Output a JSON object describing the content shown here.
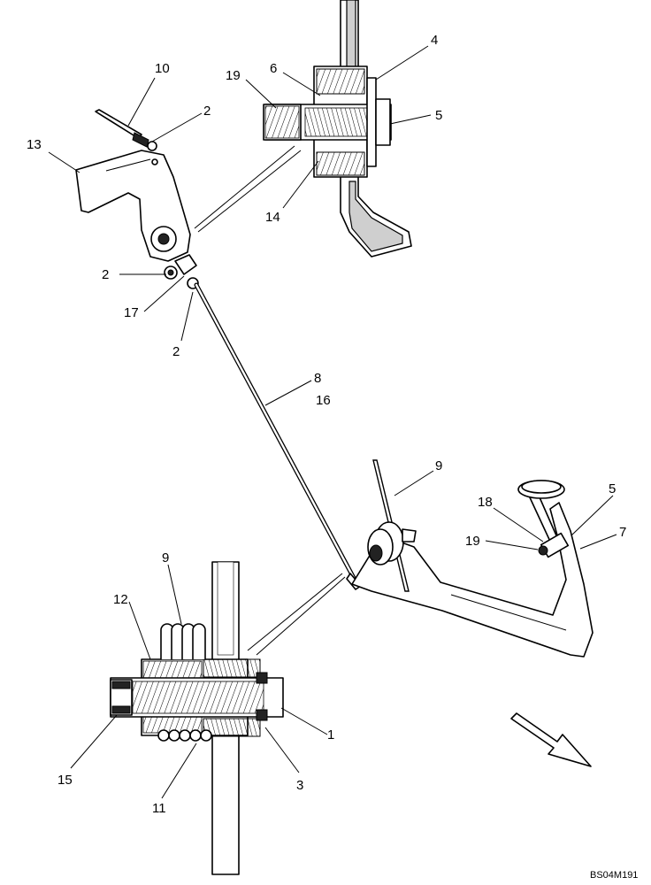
{
  "drawing_code": "BS04M191",
  "callouts": [
    {
      "id": "c-10",
      "text": "10"
    },
    {
      "id": "c-2a",
      "text": "2"
    },
    {
      "id": "c-13",
      "text": "13"
    },
    {
      "id": "c-19a",
      "text": "19"
    },
    {
      "id": "c-6",
      "text": "6"
    },
    {
      "id": "c-4",
      "text": "4"
    },
    {
      "id": "c-5a",
      "text": "5"
    },
    {
      "id": "c-14",
      "text": "14"
    },
    {
      "id": "c-2b",
      "text": "2"
    },
    {
      "id": "c-17",
      "text": "17"
    },
    {
      "id": "c-2c",
      "text": "2"
    },
    {
      "id": "c-8",
      "text": "8"
    },
    {
      "id": "c-16",
      "text": "16"
    },
    {
      "id": "c-9a",
      "text": "9"
    },
    {
      "id": "c-18",
      "text": "18"
    },
    {
      "id": "c-5b",
      "text": "5"
    },
    {
      "id": "c-19b",
      "text": "19"
    },
    {
      "id": "c-7",
      "text": "7"
    },
    {
      "id": "c-9b",
      "text": "9"
    },
    {
      "id": "c-12",
      "text": "12"
    },
    {
      "id": "c-1",
      "text": "1"
    },
    {
      "id": "c-15",
      "text": "15"
    },
    {
      "id": "c-3",
      "text": "3"
    },
    {
      "id": "c-11",
      "text": "11"
    }
  ]
}
